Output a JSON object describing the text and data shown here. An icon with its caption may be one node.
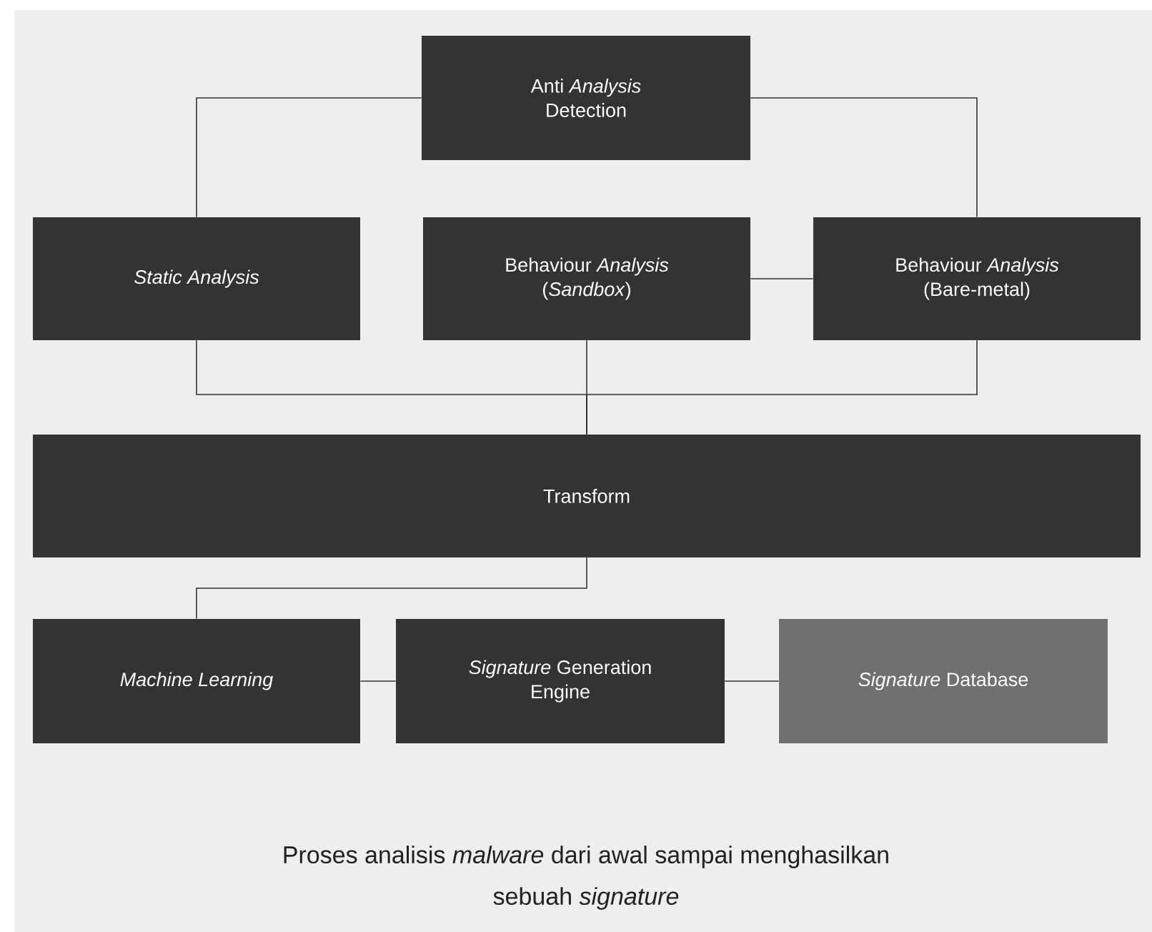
{
  "diagram": {
    "caption": "Proses analisis *malware* dari awal sampai menghasilkan sebuah *signature*",
    "nodes": [
      {
        "text": [
          "Anti *Analysis* Detection"
        ]
      },
      {
        "text": [
          "Static Analysis"
        ]
      },
      {
        "text": [
          "Behaviour *Analysis* (*Sandbox*)"
        ]
      },
      {
        "text": [
          "Behaviour *Analysis* (Bare-metal)"
        ]
      },
      {
        "text": [
          "Transform"
        ]
      },
      {
        "text": [
          "Machine Learning"
        ]
      },
      {
        "text": [
          "*Signature* Generation Engine"
        ]
      },
      {
        "text": [
          "*Signature* Database"
        ]
      }
    ],
    "edges": [
      {
        "from": 0,
        "to": 1,
        "arrow": "none"
      },
      {
        "from": 0,
        "to": 3,
        "arrow": "none"
      },
      {
        "from": 2,
        "to": 3,
        "arrow": "none"
      },
      {
        "from": 1,
        "to": 4,
        "arrow": "none"
      },
      {
        "from": 2,
        "to": 4,
        "arrow": "none"
      },
      {
        "from": 3,
        "to": 4,
        "arrow": "none"
      },
      {
        "from": 4,
        "to": 5,
        "arrow": "none"
      },
      {
        "from": 5,
        "to": 6,
        "arrow": "none"
      },
      {
        "from": 6,
        "to": 7,
        "arrow": "none"
      }
    ]
  }
}
